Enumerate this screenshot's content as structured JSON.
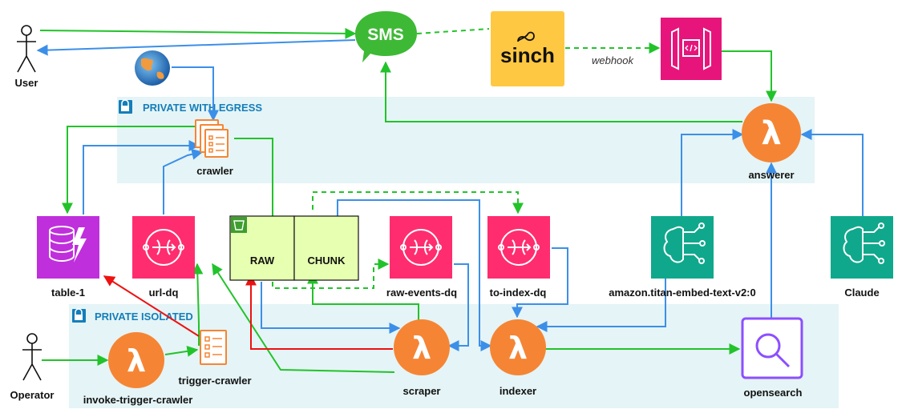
{
  "zones": {
    "egress": "PRIVATE WITH EGRESS",
    "isolated": "PRIVATE ISOLATED"
  },
  "actors": {
    "user": "User",
    "operator": "Operator"
  },
  "sms": "SMS",
  "sinch": "sinch",
  "webhook": "webhook",
  "buckets": {
    "raw": "RAW",
    "chunk": "CHUNK"
  },
  "nodes": {
    "crawler": "crawler",
    "answerer": "answerer",
    "table": "table-1",
    "url_dq": "url-dq",
    "raw_events_dq": "raw-events-dq",
    "to_index_dq": "to-index-dq",
    "titan": "amazon.titan-embed-text-v2:0",
    "claude": "Claude",
    "trigger_crawler": "trigger-crawler",
    "invoke_trigger_crawler": "invoke-trigger-crawler",
    "scraper": "scraper",
    "indexer": "indexer",
    "opensearch": "opensearch"
  },
  "colors": {
    "green": "#22C32A",
    "blue": "#3C8FE8",
    "red": "#EE1111",
    "lambda": "#F58534",
    "sqs": "#FF2D6F",
    "bedrock": "#10A88C",
    "dynamo": "#C02FDC",
    "opensearch": "#8C4FFF",
    "zone_fill": "#E5F4F6",
    "zone_title": "#147EBA",
    "bucket_fill": "#E6FFB0"
  }
}
